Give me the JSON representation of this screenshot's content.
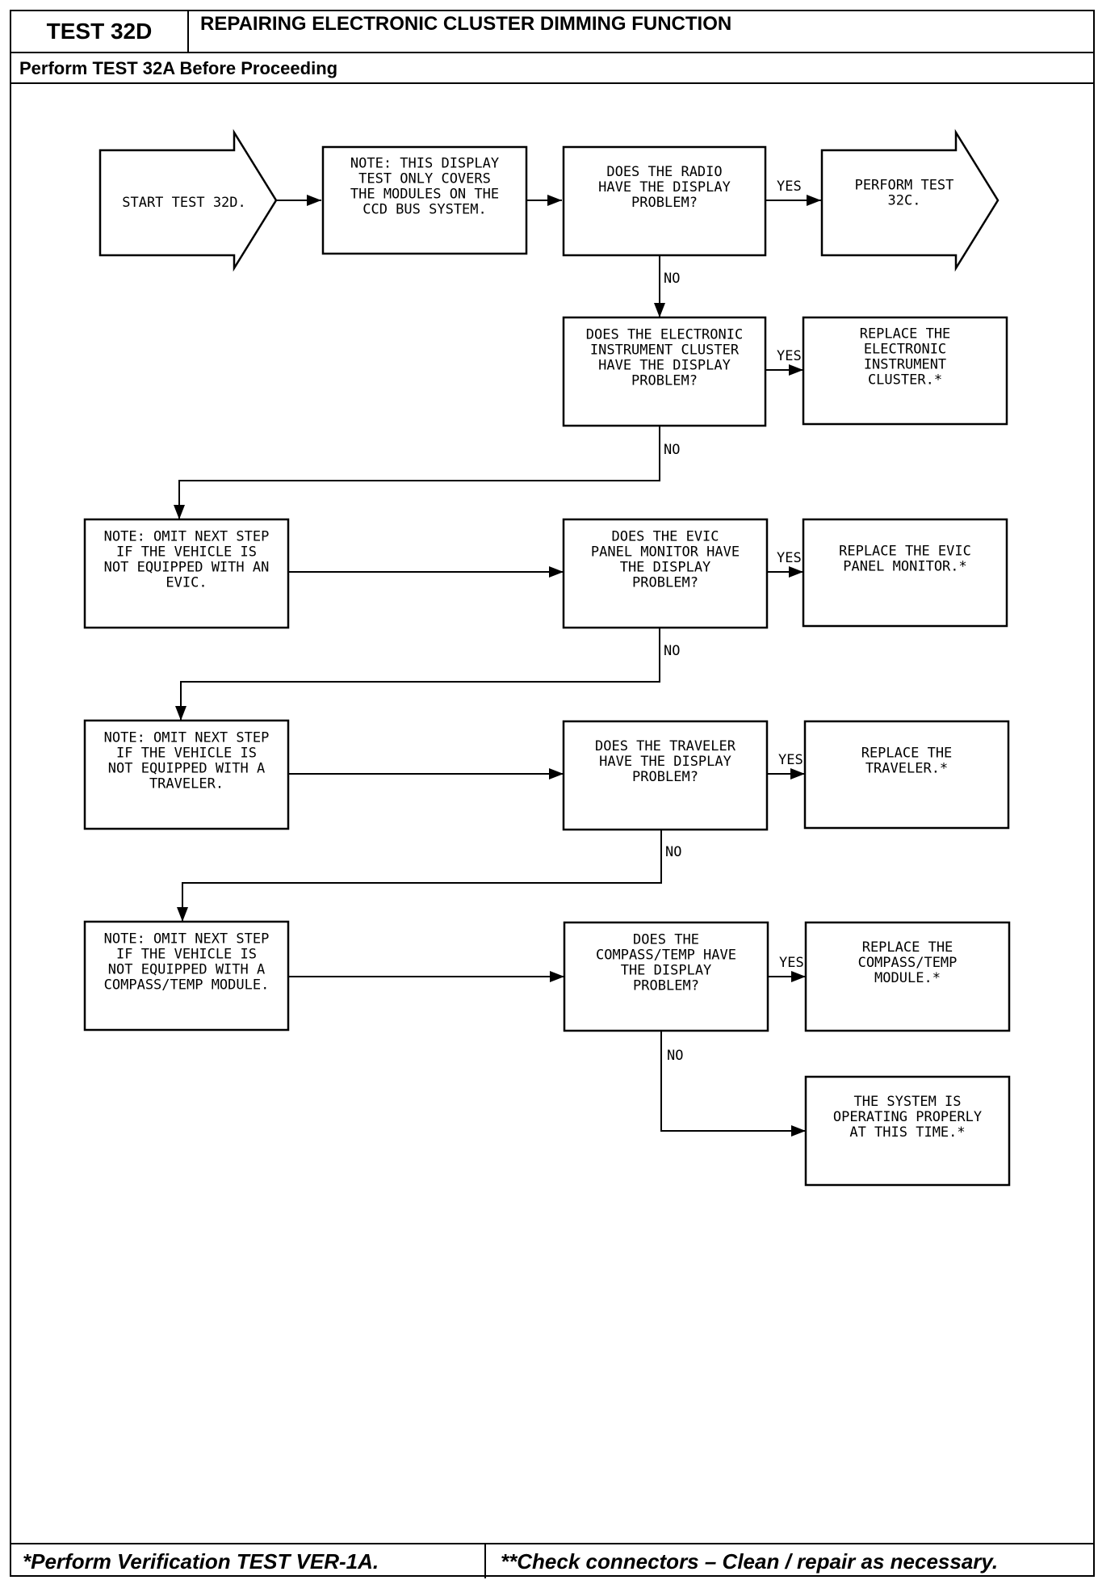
{
  "header": {
    "test_id": "TEST 32D",
    "title": "REPAIRING ELECTRONIC CLUSTER DIMMING FUNCTION",
    "prerequisite": "Perform TEST 32A Before Proceeding"
  },
  "footer": {
    "left": "*Perform Verification TEST VER-1A.",
    "right": "**Check connectors – Clean / repair as necessary."
  },
  "labels": {
    "yes": "YES",
    "no": "NO"
  },
  "nodes": {
    "start": [
      "START TEST 32D."
    ],
    "note_ccd": [
      "NOTE: THIS DISPLAY",
      "TEST ONLY COVERS",
      "THE MODULES ON THE",
      "CCD BUS SYSTEM."
    ],
    "q_radio": [
      "DOES THE RADIO",
      "HAVE THE DISPLAY",
      "PROBLEM?"
    ],
    "perform_32c": [
      "PERFORM TEST",
      "32C."
    ],
    "q_cluster": [
      "DOES THE ELECTRONIC",
      "INSTRUMENT CLUSTER",
      "HAVE THE DISPLAY",
      "PROBLEM?"
    ],
    "replace_cluster": [
      "REPLACE THE",
      "ELECTRONIC",
      "INSTRUMENT",
      "CLUSTER.*"
    ],
    "note_evic": [
      "NOTE: OMIT NEXT STEP",
      "IF THE VEHICLE IS",
      "NOT EQUIPPED WITH AN",
      "EVIC."
    ],
    "q_evic": [
      "DOES THE EVIC",
      "PANEL MONITOR HAVE",
      "THE DISPLAY",
      "PROBLEM?"
    ],
    "replace_evic": [
      "REPLACE THE EVIC",
      "PANEL MONITOR.*"
    ],
    "note_traveler": [
      "NOTE: OMIT NEXT STEP",
      "IF THE VEHICLE IS",
      "NOT EQUIPPED WITH A",
      "TRAVELER."
    ],
    "q_traveler": [
      "DOES THE TRAVELER",
      "HAVE THE DISPLAY",
      "PROBLEM?"
    ],
    "replace_traveler": [
      "REPLACE THE",
      "TRAVELER.*"
    ],
    "note_compass": [
      "NOTE: OMIT NEXT STEP",
      "IF THE VEHICLE IS",
      "NOT EQUIPPED WITH A",
      "COMPASS/TEMP MODULE."
    ],
    "q_compass": [
      "DOES THE",
      "COMPASS/TEMP HAVE",
      "THE DISPLAY",
      "PROBLEM?"
    ],
    "replace_compass": [
      "REPLACE THE",
      "COMPASS/TEMP",
      "MODULE.*"
    ],
    "system_ok": [
      "THE SYSTEM IS",
      "OPERATING PROPERLY",
      "AT THIS TIME.*"
    ]
  }
}
